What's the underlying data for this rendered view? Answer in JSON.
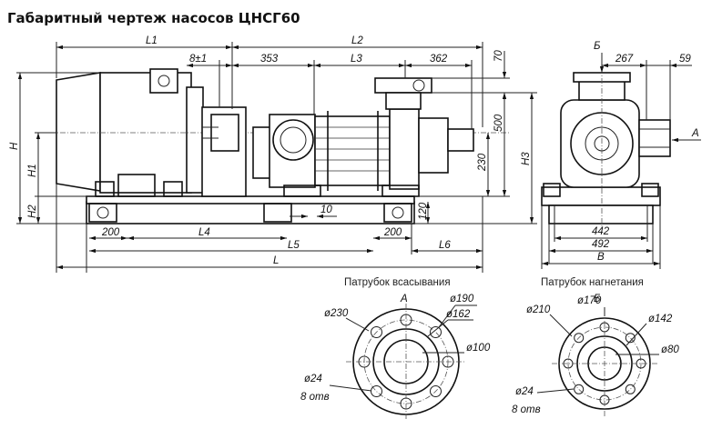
{
  "title": "Габаритный чертеж насосов ЦНСГ60",
  "dims_top": {
    "l1": "L1",
    "l2": "L2",
    "d8": "8±1",
    "d353": "353",
    "l3": "L3",
    "d362": "362",
    "d70": "70",
    "b": "Б",
    "d267": "267",
    "d59": "59"
  },
  "dims_side": {
    "h": "H",
    "h1": "H1",
    "h2": "H2",
    "d500": "500",
    "d230": "230",
    "h3": "H3",
    "d120": "120",
    "d10": "10",
    "a": "A"
  },
  "dims_bottom": {
    "d200a": "200",
    "l4": "L4",
    "l5": "L5",
    "d200b": "200",
    "l6": "L6",
    "l": "L",
    "d442": "442",
    "d492": "492",
    "b_dim": "B"
  },
  "flange_suction": {
    "caption": "Патрубок всасывания",
    "view": "А",
    "d230": "ø230",
    "d190": "ø190",
    "d162": "ø162",
    "d100": "ø100",
    "d24": "ø24",
    "holes": "8 отв"
  },
  "flange_discharge": {
    "caption": "Патрубок нагнетания",
    "view": "Б",
    "d170": "ø170",
    "d210": "ø210",
    "d142": "ø142",
    "d80": "ø80",
    "d24": "ø24",
    "holes": "8 отв"
  }
}
